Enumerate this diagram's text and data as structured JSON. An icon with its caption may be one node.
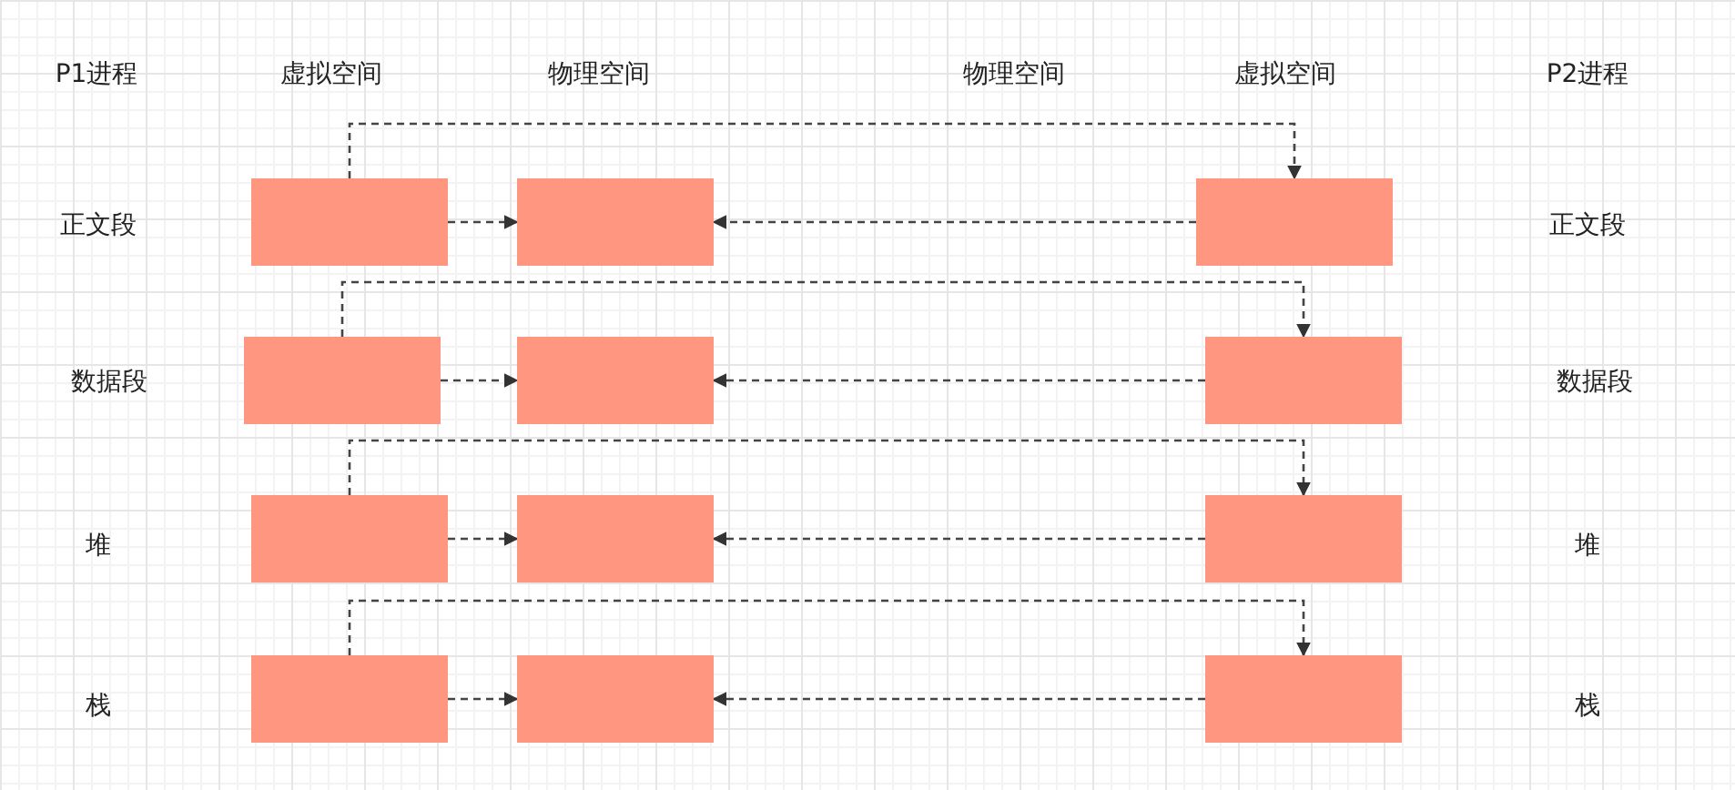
{
  "diagram": {
    "nodes": [
      {
        "text": [],
        "shape": "box"
      },
      {
        "text": [],
        "shape": "box"
      },
      {
        "text": [],
        "shape": "box"
      },
      {
        "text": [],
        "shape": "box"
      },
      {
        "text": [],
        "shape": "box"
      },
      {
        "text": [],
        "shape": "box"
      },
      {
        "text": [],
        "shape": "box"
      },
      {
        "text": [],
        "shape": "box"
      },
      {
        "text": [],
        "shape": "box"
      },
      {
        "text": [],
        "shape": "box"
      },
      {
        "text": [],
        "shape": "box"
      },
      {
        "text": [],
        "shape": "box"
      }
    ],
    "edges": [
      {
        "from": 0,
        "to": 1,
        "arrow": "to",
        "style": "dashed"
      },
      {
        "from": 2,
        "to": 1,
        "arrow": "to",
        "style": "dashed"
      },
      {
        "from": 0,
        "to": 2,
        "arrow": "to",
        "style": "dashed"
      },
      {
        "from": 3,
        "to": 4,
        "arrow": "to",
        "style": "dashed"
      },
      {
        "from": 5,
        "to": 4,
        "arrow": "to",
        "style": "dashed"
      },
      {
        "from": 3,
        "to": 5,
        "arrow": "to",
        "style": "dashed"
      },
      {
        "from": 6,
        "to": 7,
        "arrow": "to",
        "style": "dashed"
      },
      {
        "from": 8,
        "to": 7,
        "arrow": "to",
        "style": "dashed"
      },
      {
        "from": 6,
        "to": 8,
        "arrow": "to",
        "style": "dashed"
      },
      {
        "from": 9,
        "to": 10,
        "arrow": "to",
        "style": "dashed"
      },
      {
        "from": 11,
        "to": 10,
        "arrow": "to",
        "style": "dashed"
      },
      {
        "from": 9,
        "to": 11,
        "arrow": "to",
        "style": "dashed"
      }
    ],
    "labels": [
      "P1进程",
      "虚拟空间",
      "物理空间",
      "物理空间",
      "虚拟空间",
      "P2进程",
      "正文段",
      "正文段",
      "数据段",
      "数据段",
      "堆",
      "堆",
      "栈",
      "栈"
    ]
  }
}
